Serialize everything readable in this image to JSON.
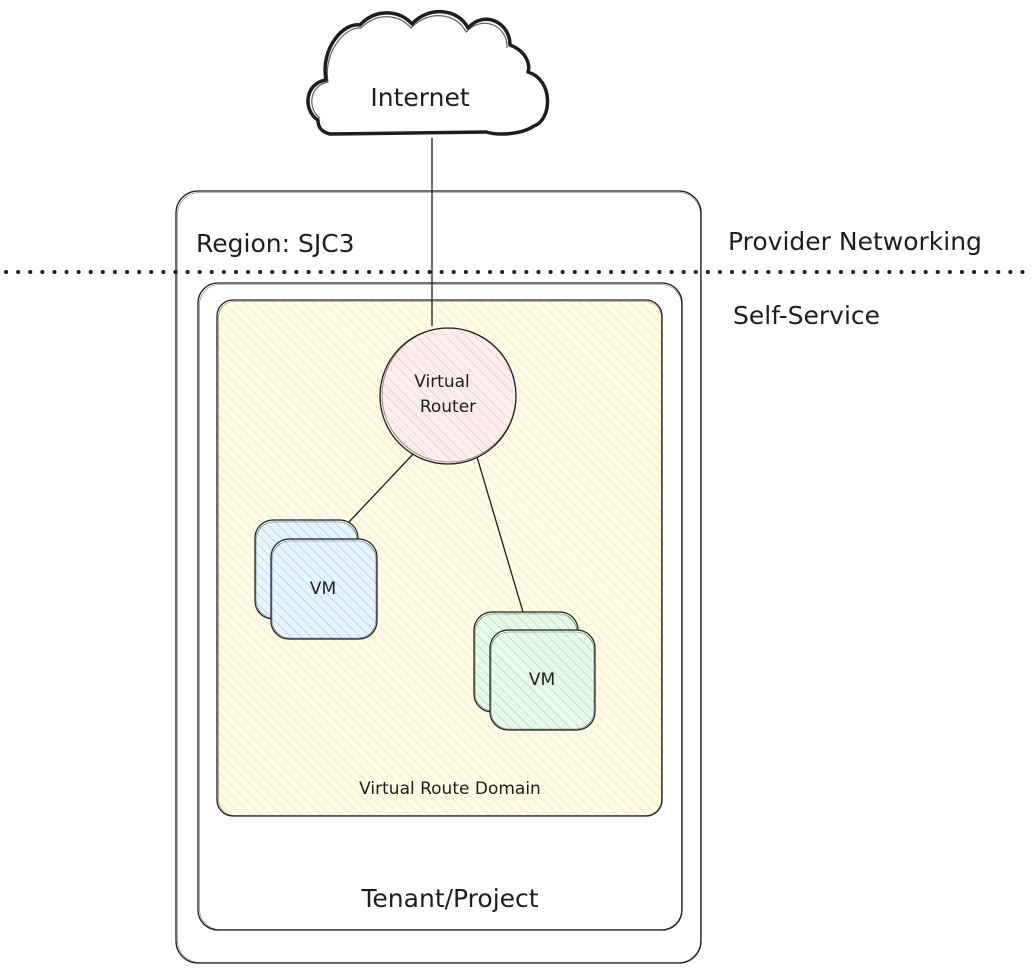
{
  "cloud": {
    "label": "Internet"
  },
  "region": {
    "label": "Region: SJC3"
  },
  "zones": {
    "provider": "Provider Networking",
    "self_service": "Self-Service"
  },
  "tenant": {
    "label": "Tenant/Project"
  },
  "route_domain": {
    "label": "Virtual Route Domain"
  },
  "router": {
    "line1": "Virtual",
    "line2": "Router"
  },
  "vms": [
    {
      "label": "VM",
      "color": "#a5d8ff"
    },
    {
      "label": "VM",
      "color": "#b2f2bb"
    }
  ],
  "colors": {
    "route_domain_fill": "#fff3bf",
    "router_fill": "#ffc9c9",
    "stroke": "#1e1e1e"
  }
}
